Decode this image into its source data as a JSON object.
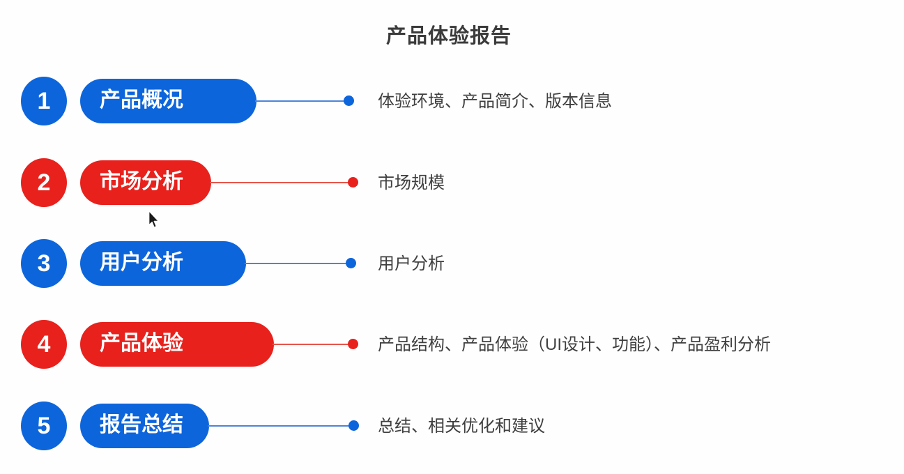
{
  "page": {
    "title": "产品体验报告"
  },
  "colors": {
    "blue": "#0d65dc",
    "red": "#e8211d",
    "line-blue": "#4d84d8",
    "line-red": "#e4554a",
    "dot-blue": "#0d65dc",
    "dot-red": "#e8211d",
    "text": "#3f3f3f",
    "bg": "#fefefe"
  },
  "items": [
    {
      "number": "1",
      "label": "产品概况",
      "color": "blue",
      "description": "体验环境、产品简介、版本信息"
    },
    {
      "number": "2",
      "label": "市场分析",
      "color": "red",
      "description": "市场规模"
    },
    {
      "number": "3",
      "label": "用户分析",
      "color": "blue",
      "description": "用户分析"
    },
    {
      "number": "4",
      "label": "产品体验",
      "color": "red",
      "description": "产品结构、产品体验（UI设计、功能）、产品盈利分析"
    },
    {
      "number": "5",
      "label": "报告总结",
      "color": "blue",
      "description": "总结、相关优化和建议"
    }
  ],
  "cursor": {
    "icon": "arrow-pointer"
  }
}
